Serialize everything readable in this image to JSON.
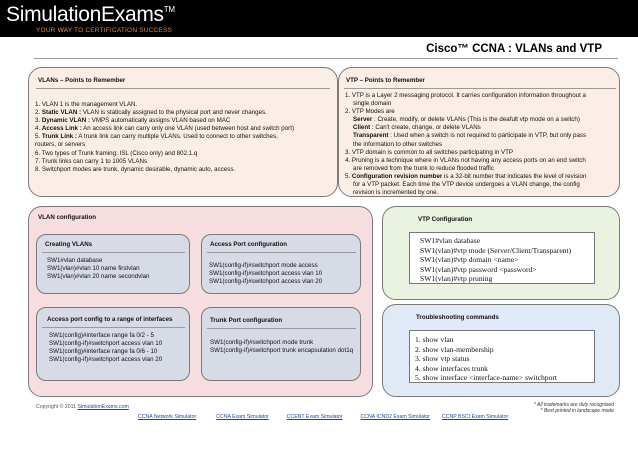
{
  "brand": {
    "name": "SimulationExams",
    "tm": "TM",
    "tagline_prefix": "YOUR ",
    "tagline_highlight": "WAY",
    "tagline_suffix": " TO CERTIFICATION SUCCESS"
  },
  "doc_title": "Cisco™ CCNA : VLANs and VTP",
  "vlans_points": {
    "heading": "VLANs – Points to Remember",
    "items": [
      {
        "prefix": "1. VLAN 1 is the management VLAN.",
        "bold": "",
        "text": ""
      },
      {
        "prefix": "2. ",
        "bold": "Static VLAN :",
        "text": " VLAN is statically assigned to the physical port and never changes."
      },
      {
        "prefix": "3. ",
        "bold": "Dynamic VLAN :",
        "text": " VMPS automatically assigns VLAN based on MAC"
      },
      {
        "prefix": "4. ",
        "bold": "Access Link :",
        "text": " An access link can carry only one VLAN (used between host and switch port)"
      },
      {
        "prefix": "5. ",
        "bold": "Trunk Link :",
        "text": " A trunk link can carry multiple VLANs.  Used to connect to other switches,"
      },
      {
        "prefix": "routers, or servers",
        "bold": "",
        "text": ""
      },
      {
        "prefix": "6. Two types of Trunk framing: ISL (Cisco only) and 802.1.q",
        "bold": "",
        "text": ""
      },
      {
        "prefix": "7. Trunk links can carry 1 to 1005 VLANs",
        "bold": "",
        "text": ""
      },
      {
        "prefix": "8. Switchport modes are trunk, dynamic desirable, dynamic auto, access.",
        "bold": "",
        "text": ""
      }
    ]
  },
  "vtp_points": {
    "heading": "VTP – Points to Remember",
    "lines": [
      {
        "cls": "",
        "bold": "",
        "text": "1. VTP is a Layer 2 messaging protocol. It carries configuration information throughout a"
      },
      {
        "cls": "sub",
        "bold": "",
        "text": "single domain"
      },
      {
        "cls": "",
        "bold": "",
        "text": "2. VTP Modes are"
      },
      {
        "cls": "sub",
        "bold": "Server",
        "text": " : Create, modify, or delete VLANs (This is the deafult vtp mode on a switch)"
      },
      {
        "cls": "sub",
        "bold": "Client",
        "text": " : Can't create, change, or delete VLANs"
      },
      {
        "cls": "sub",
        "bold": "Transparent",
        "text": " : Used when a switch is not required to participate in VTP, but only pass"
      },
      {
        "cls": "sub",
        "bold": "",
        "text": "the information to other switches"
      },
      {
        "cls": "",
        "bold": "",
        "text": "3. VTP domain is common to all switches participating in VTP"
      },
      {
        "cls": "",
        "bold": "",
        "text": "4. Pruning is a technique where in VLANs not having any access ports on an end switch"
      },
      {
        "cls": "sub",
        "bold": "",
        "text": "are removed from the trunk to reduce flooded traffic"
      },
      {
        "cls": "",
        "bold": "Configuration revision number",
        "text": " is a 32-bit number that indicates the level of revision",
        "prefix": "5. "
      },
      {
        "cls": "sub",
        "bold": "",
        "text": "for a VTP packet. Each time the VTP device undergoes a VLAN change, the config"
      },
      {
        "cls": "sub",
        "bold": "",
        "text": "revision is incremented by one."
      }
    ]
  },
  "vlan_config": {
    "heading": "VLAN configuration",
    "creating": {
      "heading": "Creating VLANs",
      "lines": [
        "SW1#vlan database",
        "SW1(vlan)#vlan 10 name firstvlan",
        "SW1(vlan)#vlan 20 name secondvlan"
      ]
    },
    "access_port": {
      "heading": "Access Port configuration",
      "lines": [
        "SW1(config-if)#switchport mode access",
        "SW1(config-if)#switchport access vlan 10",
        "SW1(config-if)#switchport access vlan 20"
      ]
    },
    "range": {
      "heading": "Access port config to a range of interfaces",
      "lines": [
        "SW1(config)#interface range fa 0/2 - 5",
        "SW1(config-if)#switchport access vlan 10",
        "SW1(config)#interface range fa 0/6 - 10",
        "SW1(config-if)#switchport access vlan 20"
      ]
    },
    "trunk_port": {
      "heading": "Trunk Port configuration",
      "lines": [
        "SW1(config-if)#switchport mode trunk",
        "SW1(config-if)#switchport trunk encapsulation dot1q"
      ]
    }
  },
  "vtp_config": {
    "heading": "VTP Configuration",
    "lines": [
      "SW1#vlan database",
      "SW1(vlan)#vtp mode (Server/Client/Transparent)",
      "SW1(vlan)#vtp domain <name>",
      "SW1(vlan)#vtp password <password>",
      "SW1(vlan)#vtp pruning"
    ]
  },
  "troubleshooting": {
    "heading": "Troubleshooting commands",
    "lines": [
      "1. show vlan",
      "2. show vlan-membership",
      "3. show vtp status",
      "4. show interfaces trunk",
      "5. show interface <interface-name> switchport"
    ]
  },
  "footer": {
    "copyright": "Copyright © 2011 ",
    "copyright_link": "SimulationExams.com",
    "note1": "* All trademarks are duly recognised",
    "note2": "* Best printed in landscape mode",
    "links": [
      "CCNA Network Simulator",
      "CCNA Exam Simulator",
      "CCENT Exam Simulator",
      "CCNA ICND2 Exam Simulator",
      "CCNP BSCI Exam Simulator"
    ]
  }
}
